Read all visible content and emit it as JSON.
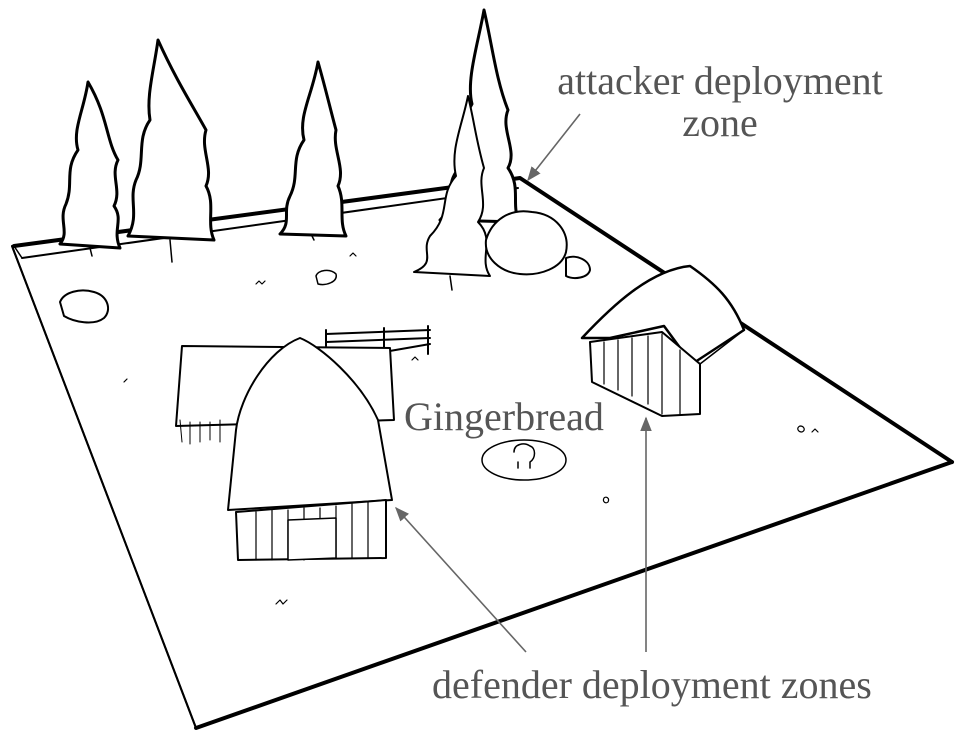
{
  "labels": {
    "attacker_line1": "attacker deployment",
    "attacker_line2": "zone",
    "objective": "Gingerbread",
    "defender": "defender deployment zones"
  },
  "colors": {
    "label_text": "#555555",
    "line_art": "#000000",
    "background": "#ffffff"
  }
}
